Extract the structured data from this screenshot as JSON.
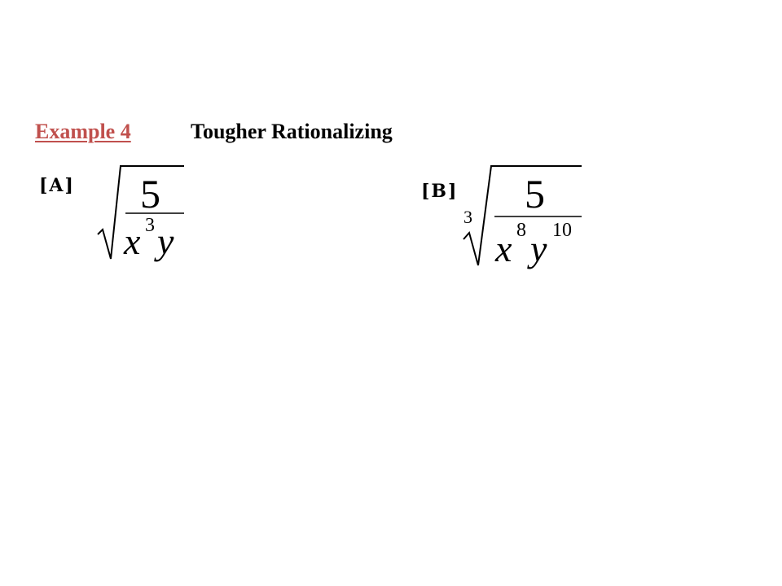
{
  "heading": {
    "label": "Example 4",
    "title": "Tougher Rationalizing"
  },
  "problems": [
    {
      "label": "[A]",
      "numerator": "5",
      "denominator": {
        "var1": "x",
        "exp1": "3",
        "var2": "y"
      }
    },
    {
      "label": "[B]",
      "index": "3",
      "numerator": "5",
      "denominator": {
        "var1": "x",
        "exp1": "8",
        "var2": "y",
        "exp2": "10"
      }
    }
  ],
  "colors": {
    "heading_label": "#c0504d",
    "text": "#000000"
  }
}
